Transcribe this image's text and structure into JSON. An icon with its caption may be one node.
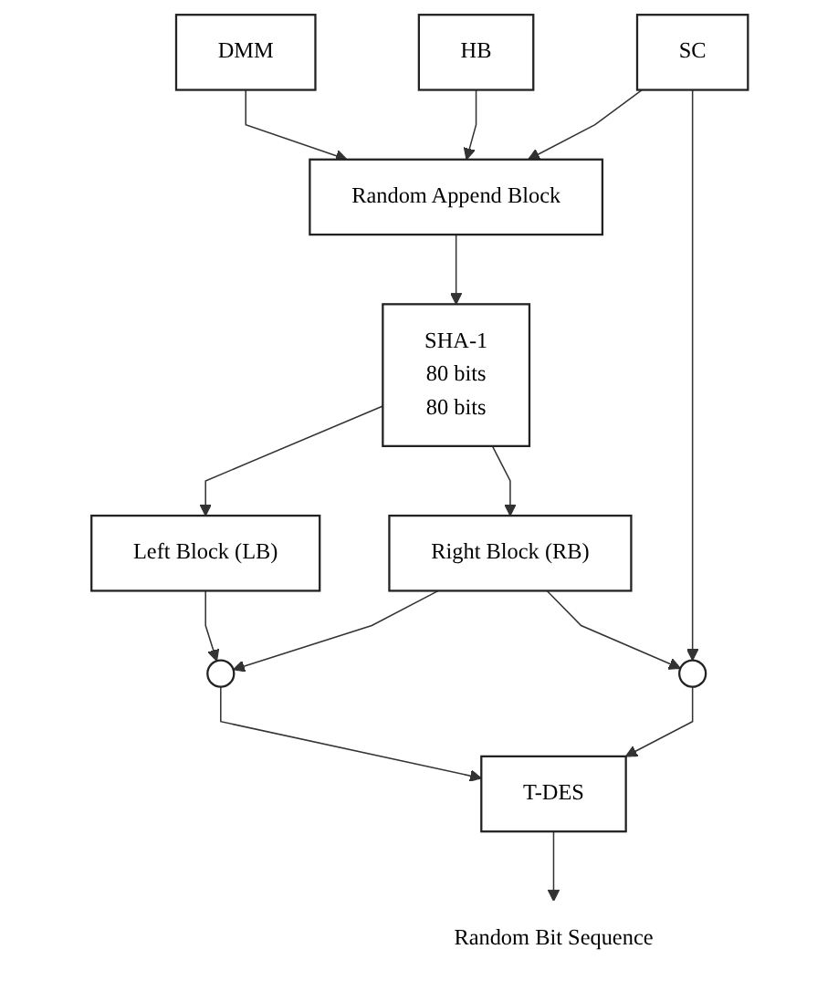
{
  "diagram": {
    "nodes": [
      {
        "text": [
          "DMM"
        ]
      },
      {
        "text": [
          "HB"
        ]
      },
      {
        "text": [
          "Random Append Block"
        ]
      },
      {
        "text": [
          "SHA-1",
          "80 bits",
          "80 bits"
        ]
      },
      {
        "text": [
          "Left Block (LB)"
        ]
      },
      {
        "text": [
          "Right Block (RB)"
        ]
      },
      {
        "text": [],
        "shape": "circle"
      },
      {
        "text": [
          "SC"
        ]
      },
      {
        "text": [],
        "shape": "circle"
      },
      {
        "text": [
          "T-DES"
        ]
      },
      {
        "text": [
          "Random Bit Sequence"
        ]
      }
    ],
    "edges": [
      {
        "from": 0,
        "to": 2,
        "arrow": "to"
      },
      {
        "from": 1,
        "to": 2,
        "arrow": "to"
      },
      {
        "from": 2,
        "to": 3,
        "arrow": "to"
      },
      {
        "from": 3,
        "to": 4,
        "arrow": "to"
      },
      {
        "from": 3,
        "to": 5,
        "arrow": "to"
      },
      {
        "from": 4,
        "to": 6,
        "arrow": "to"
      },
      {
        "from": 5,
        "to": 6,
        "arrow": "to"
      },
      {
        "from": 6,
        "to": 9,
        "arrow": "to"
      },
      {
        "from": 5,
        "to": 8,
        "arrow": "to"
      },
      {
        "from": 7,
        "to": 2,
        "arrow": "to"
      },
      {
        "from": 7,
        "to": 8,
        "arrow": "to"
      },
      {
        "from": 8,
        "to": 9,
        "arrow": "to"
      },
      {
        "from": 9,
        "to": 10,
        "arrow": "to"
      }
    ]
  }
}
